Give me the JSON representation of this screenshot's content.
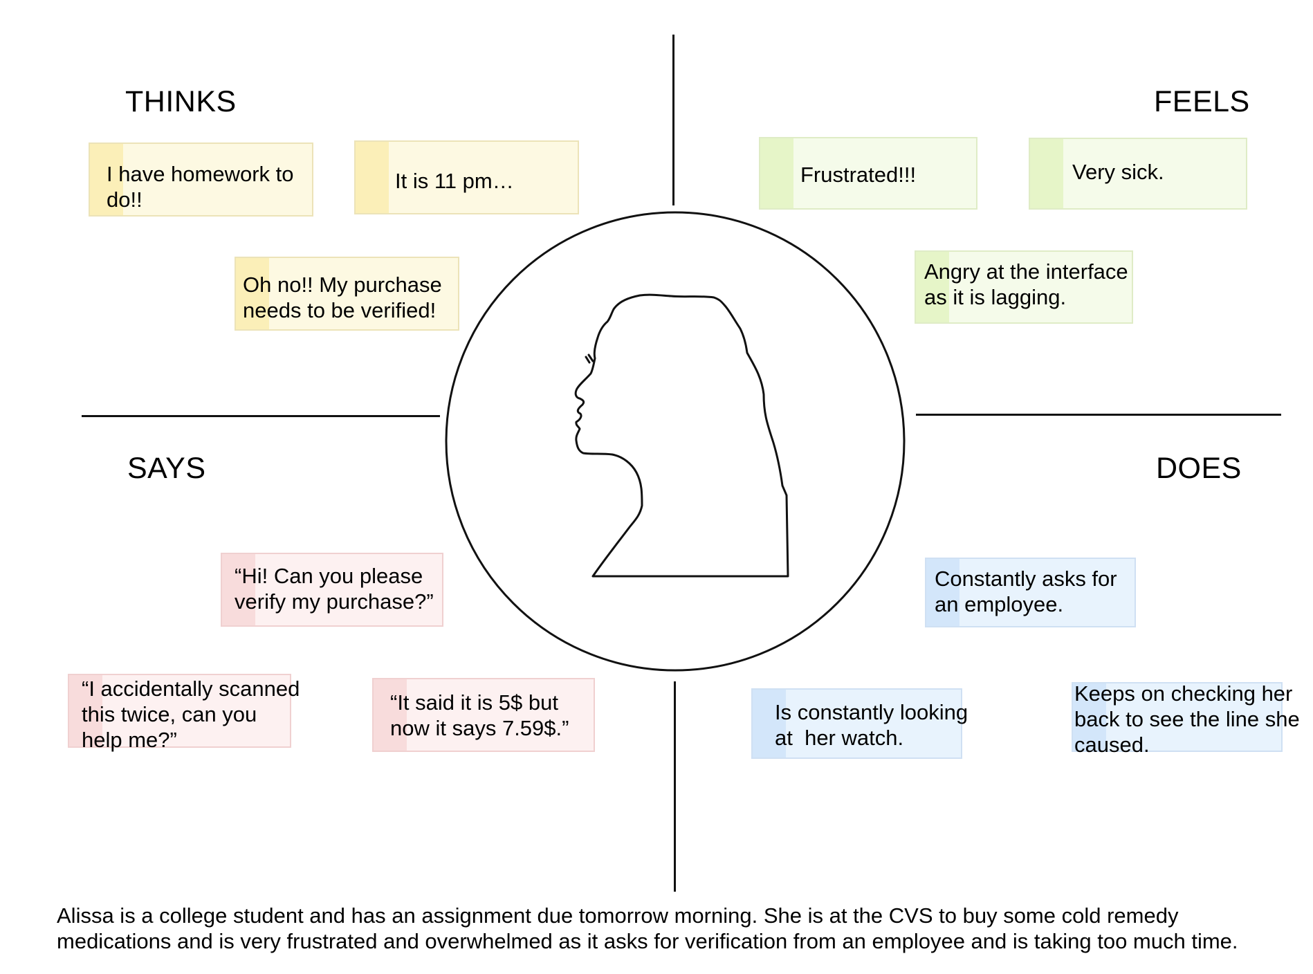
{
  "quadrants": {
    "thinks": {
      "label": "THINKS",
      "notes": [
        {
          "text": "I have homework to\ndo!!"
        },
        {
          "text": "It is 11 pm…"
        },
        {
          "text": "Oh no!! My purchase\nneeds to be verified!"
        }
      ]
    },
    "feels": {
      "label": "FEELS",
      "notes": [
        {
          "text": "Frustrated!!!"
        },
        {
          "text": "Very sick."
        },
        {
          "text": "Angry at the interface\nas it is lagging."
        }
      ]
    },
    "says": {
      "label": "SAYS",
      "notes": [
        {
          "text": "“Hi! Can you please\nverify my purchase?”"
        },
        {
          "text": "“I accidentally scanned\nthis twice, can you\nhelp me?”"
        },
        {
          "text": "“It said it is 5$ but\nnow it says 7.59$.”"
        }
      ]
    },
    "does": {
      "label": "DOES",
      "notes": [
        {
          "text": "Constantly asks for\nan employee."
        },
        {
          "text": "Is constantly looking\nat  her watch."
        },
        {
          "text": "Keeps on checking her\nback to see the line she\ncaused."
        }
      ]
    }
  },
  "persona": {
    "icon": "woman-profile-silhouette-icon"
  },
  "description": "Alissa is a college student and has an assignment due tomorrow morning. She is at the CVS to buy some cold remedy\nmedications and is very frustrated and overwhelmed as it asks for verification from an employee and is taking too much time.",
  "colors": {
    "thinks_bg": "#fdf9e2",
    "thinks_strip": "#fbefb8",
    "thinks_border": "#ece3b8",
    "feels_bg": "#f5fbea",
    "feels_strip": "#e6f5c8",
    "feels_border": "#dfecc6",
    "says_bg": "#fdf1f1",
    "says_strip": "#f8dcdc",
    "says_border": "#f0d0d0",
    "does_bg": "#e8f3fd",
    "does_strip": "#d3e6fa",
    "does_border": "#cfe0f3"
  }
}
